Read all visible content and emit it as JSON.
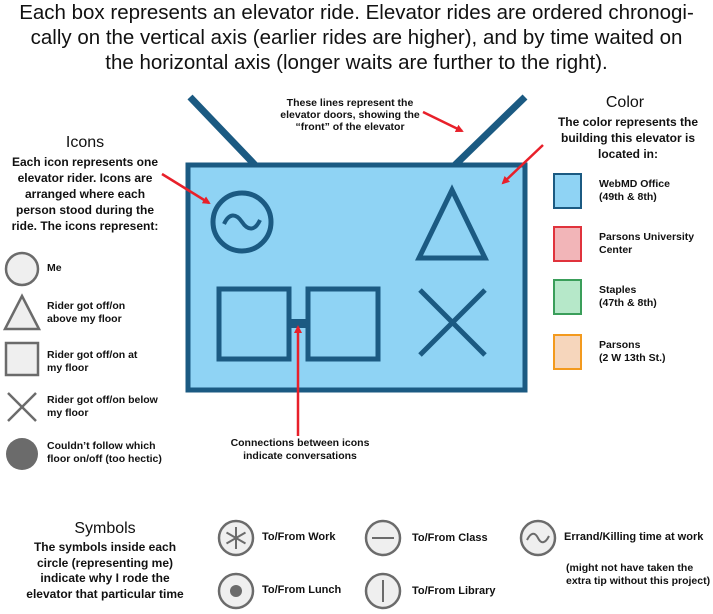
{
  "title_lines": [
    "Each box represents an elevator ride. Elevator rides are ordered chronogi-",
    "cally on the vertical axis (earlier rides are higher), and by time waited on",
    "the horizontal axis (longer waits are further to the right)."
  ],
  "doors_note": [
    "These lines represent the",
    "elevator doors, showing the",
    "“front” of the elevator"
  ],
  "conversation_note": [
    "Connections between icons",
    "indicate conversations"
  ],
  "icons_section": {
    "heading": "Icons",
    "desc": [
      "Each icon represents one",
      "elevator rider. Icons are",
      "arranged where each",
      "person stood during the",
      "ride. The icons represent:"
    ],
    "items": [
      {
        "icon": "circle-icon",
        "label": [
          "Me"
        ]
      },
      {
        "icon": "triangle-icon",
        "label": [
          "Rider got off/on",
          "above my floor"
        ]
      },
      {
        "icon": "square-icon",
        "label": [
          "Rider got off/on at",
          "my floor"
        ]
      },
      {
        "icon": "x-icon",
        "label": [
          "Rider got off/on below",
          "my floor"
        ]
      },
      {
        "icon": "filled-circle-icon",
        "label": [
          "Couldn’t follow which",
          "floor on/off (too hectic)"
        ]
      }
    ]
  },
  "color_section": {
    "heading": "Color",
    "desc": [
      "The color represents the",
      "building this elevator is",
      "located in:"
    ],
    "items": [
      {
        "fill": "#8fd3f4",
        "border": "#1b5a82",
        "label": [
          "WebMD Office",
          "(49th & 8th)"
        ]
      },
      {
        "fill": "#f2b5b8",
        "border": "#e0333c",
        "label": [
          "Parsons University",
          "Center"
        ]
      },
      {
        "fill": "#b6e8c9",
        "border": "#3a9e5a",
        "label": [
          "Staples",
          "(47th & 8th)"
        ]
      },
      {
        "fill": "#f6d6bc",
        "border": "#f39a1e",
        "label": [
          "Parsons",
          "(2 W 13th St.)"
        ]
      }
    ]
  },
  "symbols_section": {
    "heading": "Symbols",
    "desc": [
      "The symbols inside each",
      "circle (representing me)",
      "indicate why I rode the",
      "elevator that particular time"
    ],
    "items": [
      {
        "icon": "asterisk-icon",
        "label": "To/From Work"
      },
      {
        "icon": "dot-icon",
        "label": "To/From Lunch"
      },
      {
        "icon": "minus-icon",
        "label": "To/From Class"
      },
      {
        "icon": "vertical-line-icon",
        "label": "To/From Library"
      },
      {
        "icon": "tilde-icon",
        "label": "Errand/Killing time at work"
      }
    ],
    "footnote": [
      "(might not have taken the",
      "extra tip without this project)"
    ]
  },
  "colors": {
    "box_fill": "#8fd3f4",
    "box_stroke": "#1b5a82",
    "arrow": "#e8202a",
    "icon_gray": "#6b6b6b",
    "icon_fill": "#efefef"
  }
}
